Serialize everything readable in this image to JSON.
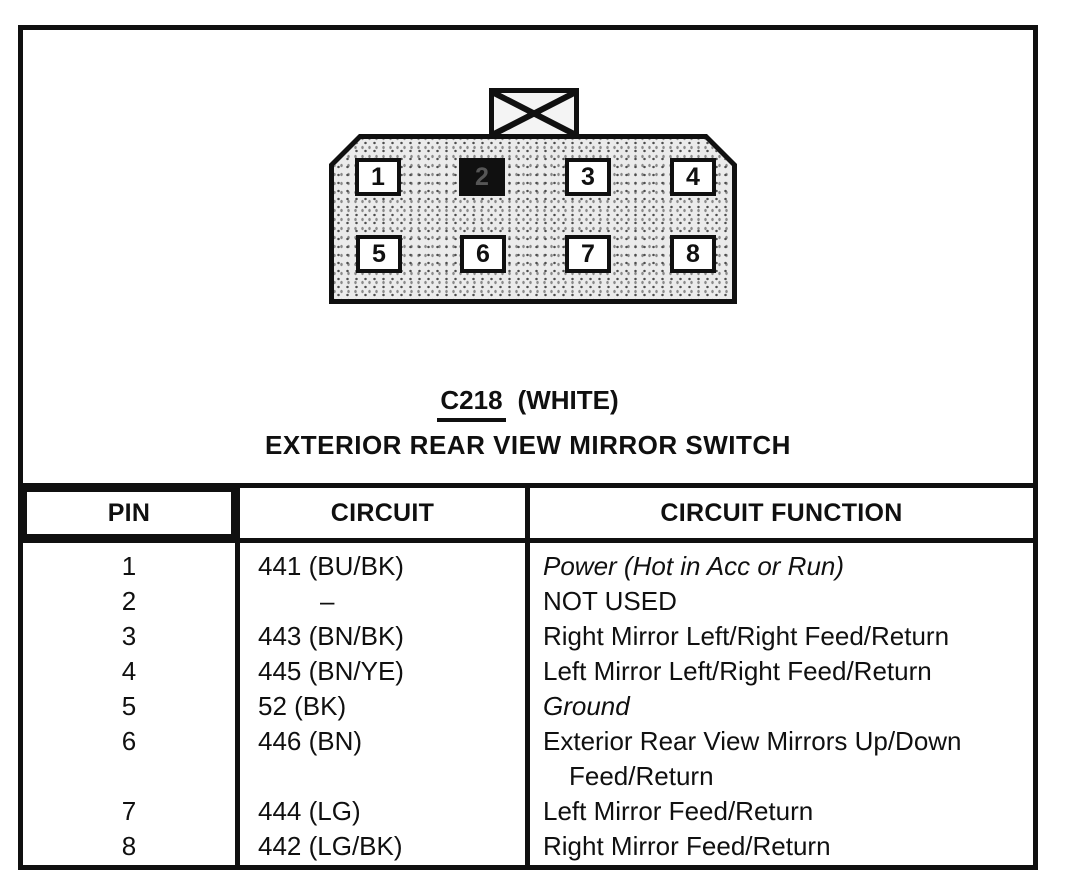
{
  "connector": {
    "id_label": "C218",
    "color_label": "(WHITE)",
    "name": "EXTERIOR REAR VIEW MIRROR SWITCH",
    "pins": [
      "1",
      "2",
      "3",
      "4",
      "5",
      "6",
      "7",
      "8"
    ],
    "filled_pin": "2"
  },
  "table": {
    "headers": [
      "PIN",
      "CIRCUIT",
      "CIRCUIT FUNCTION"
    ],
    "rows": [
      {
        "pin": "1",
        "circuit": "441 (BU/BK)",
        "function": "Power (Hot in Acc or Run)",
        "italic": true
      },
      {
        "pin": "2",
        "circuit": "–",
        "function": "NOT USED"
      },
      {
        "pin": "3",
        "circuit": "443 (BN/BK)",
        "function": "Right Mirror Left/Right Feed/Return"
      },
      {
        "pin": "4",
        "circuit": "445 (BN/YE)",
        "function": "Left Mirror Left/Right Feed/Return"
      },
      {
        "pin": "5",
        "circuit": "52 (BK)",
        "function": "Ground",
        "italic": true
      },
      {
        "pin": "6",
        "circuit": "446 (BN)",
        "function": "Exterior Rear View Mirrors Up/Down",
        "function_line2": "Feed/Return"
      },
      {
        "pin": "7",
        "circuit": "444 (LG)",
        "function": "Left Mirror Feed/Return"
      },
      {
        "pin": "8",
        "circuit": "442 (LG/BK)",
        "function": "Right Mirror Feed/Return"
      }
    ]
  },
  "colors": {
    "ink": "#101010",
    "paper": "#ffffff",
    "connector_fill": "#ebebeb",
    "filled_pin_fill": "#101010"
  }
}
